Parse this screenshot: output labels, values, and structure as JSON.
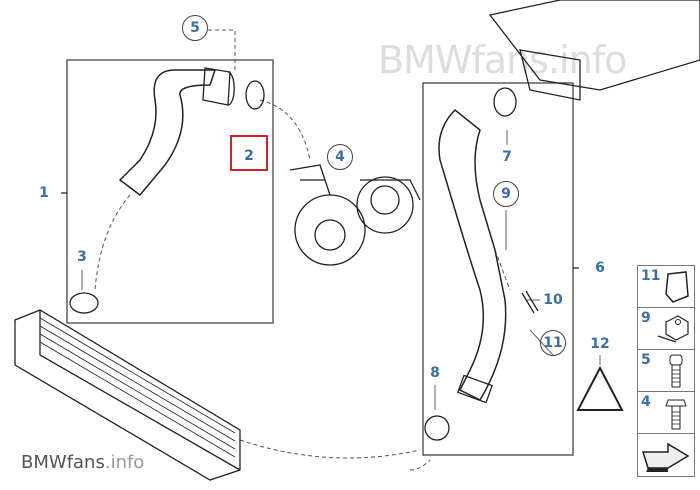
{
  "watermark_top": "BMWfans.info",
  "watermark_bottom": {
    "brand": "BMW",
    "rest": "fans",
    "tld": ".info"
  },
  "callouts": {
    "c1": "1",
    "c2": "2",
    "c3": "3",
    "c4": "4",
    "c5": "5",
    "c6": "6",
    "c7": "7",
    "c8": "8",
    "c9": "9",
    "c10": "10",
    "c11": "11",
    "c12": "12"
  },
  "side_panel": [
    {
      "number": "11",
      "icon": "clip-icon"
    },
    {
      "number": "9",
      "icon": "nut-clip-icon"
    },
    {
      "number": "5",
      "icon": "socket-screw-icon"
    },
    {
      "number": "4",
      "icon": "hex-bolt-icon"
    },
    {
      "number": "",
      "icon": "arrow-icon"
    }
  ],
  "colors": {
    "callout": "#3a6ea5",
    "highlight": "#d0202a"
  }
}
